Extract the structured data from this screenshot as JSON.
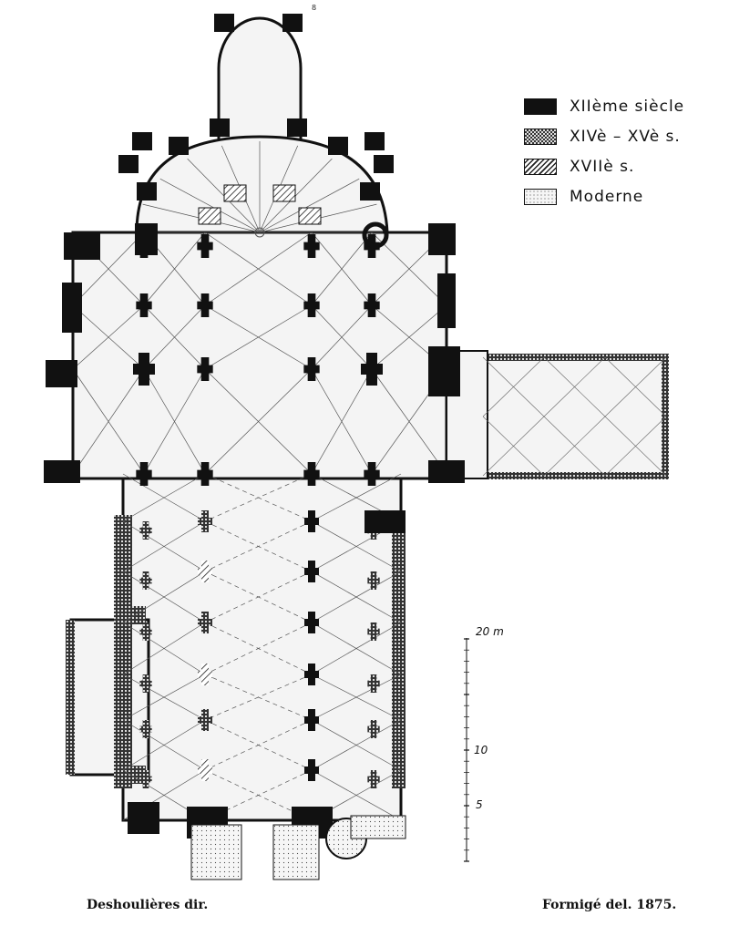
{
  "page_number": "8",
  "legend": [
    {
      "label": "XIIème siècle",
      "pattern": "solid-black"
    },
    {
      "label": "XIVè – XVè s.",
      "pattern": "crosshatch"
    },
    {
      "label": "XVIIè s.",
      "pattern": "diagonal-hatch"
    },
    {
      "label": "Moderne",
      "pattern": "dotted"
    }
  ],
  "scale": {
    "unit_label": "20 m",
    "marks": [
      "10",
      "5"
    ]
  },
  "captions": {
    "left": "Deshoulières dir.",
    "right": "Formigé del. 1875."
  },
  "colors": {
    "ink": "#111111",
    "paper": "#ffffff",
    "floor": "#f4f4f4"
  }
}
